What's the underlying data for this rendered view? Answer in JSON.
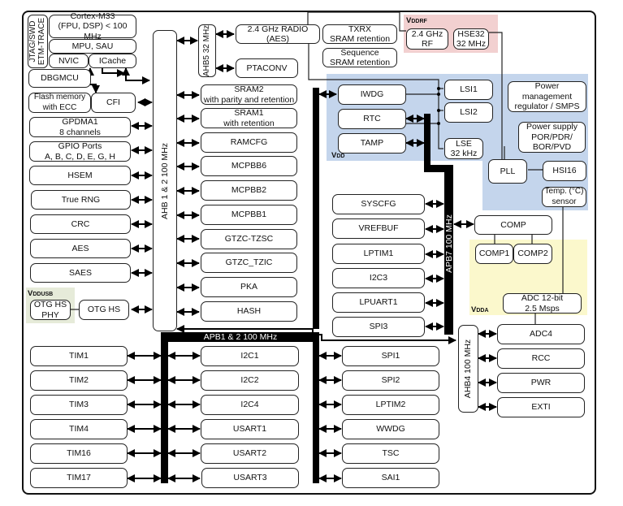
{
  "colors": {
    "vddrf_zone": "#f2d0d0",
    "vdd_zone": "#c4d5ec",
    "vdda_zone": "#fbf8cc",
    "vddusb_zone": "#e6ebd9",
    "bus": "#000000",
    "block_border": "#222222"
  },
  "zones": {
    "vddrf": {
      "label": "V",
      "sub": "DDRF"
    },
    "vdd": {
      "label": "V",
      "sub": "DD"
    },
    "vdda": {
      "label": "V",
      "sub": "DDA"
    },
    "vddusb": {
      "label": "V",
      "sub": "DDUSB"
    }
  },
  "buses": {
    "ahb12": "AHB 1 & 2 100 MHz",
    "ahb5": "AHB5 32 MHz",
    "apb7": "APB7 100 MHz",
    "apb12": "APB1 & 2 100 MHz",
    "ahb4": "AHB4 100 MHz"
  },
  "core": {
    "jtag": "JTAG/SWD\nETM-TRACE",
    "cortex": "Cortex-M33\n(FPU, DSP) < 100 MHz",
    "mpu": "MPU, SAU",
    "nvic": "NVIC",
    "icache": "ICache",
    "dbgmcu": "DBGMCU",
    "flash": "Flash memory\nwith ECC",
    "cfi": "CFI"
  },
  "left_column": [
    "GPDMA1\n8 channels",
    "GPIO Ports\nA, B, C, D, E, G, H",
    "HSEM",
    "True RNG",
    "CRC",
    "AES",
    "SAES"
  ],
  "usb": {
    "phy": "OTG HS\nPHY",
    "otg": "OTG HS"
  },
  "radio": {
    "radio": "2.4 GHz RADIO\n(AES)",
    "txrx": "TXRX\nSRAM retention",
    "sequence": "Sequence\nSRAM retention",
    "ptaconv": "PTACONV",
    "rf": "2.4 GHz\nRF",
    "hse32": "HSE32\n32 MHz"
  },
  "ahb_periph": [
    "SRAM2\nwith parity and retention",
    "SRAM1\nwith retention",
    "RAMCFG",
    "MCPBB6",
    "MCPBB2",
    "MCPBB1",
    "GTZC-TZSC",
    "GTZC_TZIC",
    "PKA",
    "HASH"
  ],
  "vdd_domain": {
    "iwdg": "IWDG",
    "rtc": "RTC",
    "tamp": "TAMP",
    "lsi1": "LSI1",
    "lsi2": "LSI2",
    "lse": "LSE\n32 kHz",
    "power_mgmt": "Power\nmanagement\nregulator / SMPS",
    "power_supply": "Power supply\nPOR/PDR/\nBOR/PVD",
    "pll": "PLL",
    "hsi16": "HSI16",
    "temp": "Temp. (°C)\nsensor"
  },
  "apb7_periph": [
    "SYSCFG",
    "VREFBUF",
    "LPTIM1",
    "I2C3",
    "LPUART1",
    "SPI3"
  ],
  "analog": {
    "comp": "COMP",
    "comp1": "COMP1",
    "comp2": "COMP2",
    "adc": "ADC 12-bit\n2.5 Msps"
  },
  "ahb4_periph": [
    "ADC4",
    "RCC",
    "PWR",
    "EXTI"
  ],
  "apb_left": [
    "TIM1",
    "TIM2",
    "TIM3",
    "TIM4",
    "TIM16",
    "TIM17"
  ],
  "apb_mid": [
    "I2C1",
    "I2C2",
    "I2C4",
    "USART1",
    "USART2",
    "USART3"
  ],
  "apb_right": [
    "SPI1",
    "SPI2",
    "LPTIM2",
    "WWDG",
    "TSC",
    "SAI1"
  ]
}
